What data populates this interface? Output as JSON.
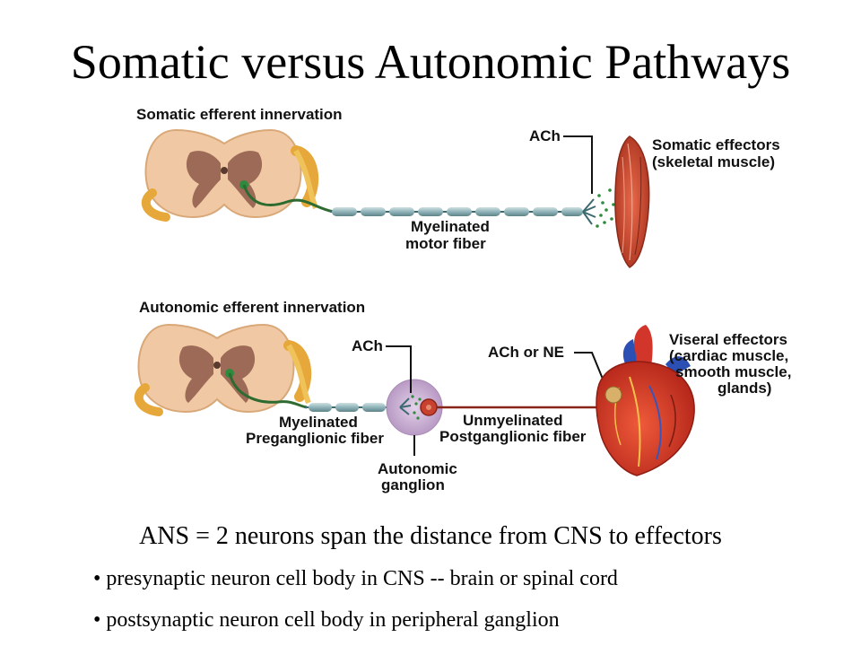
{
  "title": "Somatic versus Autonomic Pathways",
  "somatic": {
    "heading": "Somatic efferent innervation",
    "transmitter": "ACh",
    "effector_line1": "Somatic effectors",
    "effector_line2": "(skeletal muscle)",
    "fiber_line1": "Myelinated",
    "fiber_line2": "motor fiber"
  },
  "autonomic": {
    "heading": "Autonomic efferent innervation",
    "transmitter1": "ACh",
    "transmitter2": "ACh or NE",
    "effector_line1": "Viseral effectors",
    "effector_line2": "(cardiac muscle,",
    "effector_line3": "smooth muscle,",
    "effector_line4": "glands)",
    "pre_line1": "Myelinated",
    "pre_line2": "Preganglionic fiber",
    "post_line1": "Unmyelinated",
    "post_line2": "Postganglionic fiber",
    "ganglion_line1": "Autonomic",
    "ganglion_line2": "ganglion"
  },
  "summary": "ANS = 2 neurons span the distance from CNS to effectors",
  "bullets": [
    "• presynaptic neuron cell body in CNS -- brain or spinal cord",
    "• postsynaptic neuron cell body in peripheral ganglion"
  ]
}
